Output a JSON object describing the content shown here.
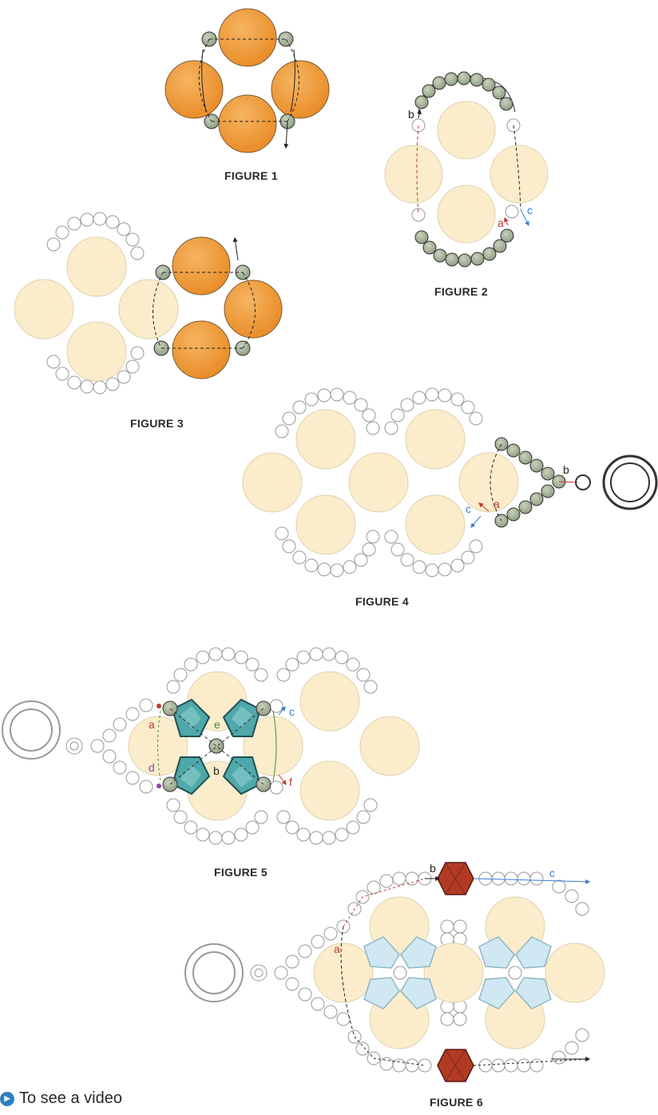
{
  "figures": [
    {
      "id": "fig1",
      "caption": "FIGURE 1"
    },
    {
      "id": "fig2",
      "caption": "FIGURE 2",
      "labels": [
        "a",
        "b",
        "c"
      ]
    },
    {
      "id": "fig3",
      "caption": "FIGURE 3"
    },
    {
      "id": "fig4",
      "caption": "FIGURE 4",
      "labels": [
        "a",
        "b",
        "c"
      ]
    },
    {
      "id": "fig5",
      "caption": "FIGURE 5",
      "labels": [
        "a",
        "b",
        "c",
        "d",
        "e",
        "f"
      ]
    },
    {
      "id": "fig6",
      "caption": "FIGURE 6",
      "labels": [
        "a",
        "b",
        "c"
      ]
    }
  ],
  "footer": {
    "text": "To see a video",
    "icon": "video-badge-icon"
  },
  "colors": {
    "orange_bead": "#ef9a3a",
    "pale_bead": "#fbeccb",
    "seed_bead": "#a8b49a",
    "crystal_teal": "#4fa8aa",
    "crystal_pale": "#cfe8f1",
    "red_bicone": "#b23a24",
    "thread_red": "#c0392b",
    "thread_blue": "#3a7bd5"
  }
}
